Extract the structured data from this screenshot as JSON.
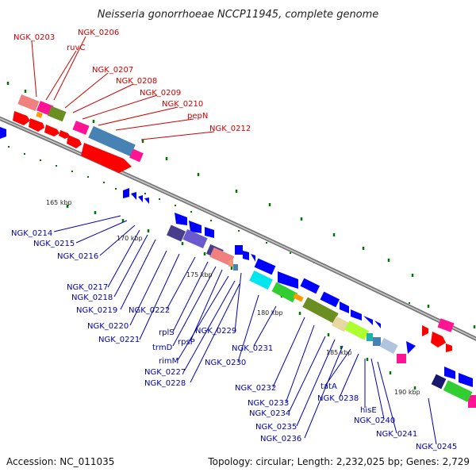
{
  "title": "Neisseria gonorrhoeae NCCP11945, complete genome",
  "footer": {
    "accession": "Accession: NC_011035",
    "topology": "Topology: circular; Length: 2,232,025 bp; Genes: 2,729"
  },
  "colors": {
    "top_label": "#cc0000",
    "bottom_label": "#0000aa",
    "backbone": "#888888",
    "forward_strand": "#ff0000",
    "reverse_strand": "#0000ff",
    "tick": "#007700"
  },
  "kbp_labels": [
    "165 kbp",
    "170 kbp",
    "175 kbp",
    "180 kbp",
    "185 kbp",
    "190 kbp"
  ],
  "top_labels": [
    "NGK_0203",
    "NGK_0206",
    "ruvC",
    "NGK_0207",
    "NGK_0208",
    "NGK_0209",
    "NGK_0210",
    "pepN",
    "NGK_0212"
  ],
  "bottom_labels": [
    "NGK_0214",
    "NGK_0215",
    "NGK_0216",
    "NGK_0217",
    "NGK_0218",
    "NGK_0219",
    "NGK_0220",
    "NGK_0221",
    "NGK_0222",
    "rplS",
    "trmD",
    "rpsP",
    "rimM",
    "NGK_0227",
    "NGK_0228",
    "NGK_0229",
    "NGK_0230",
    "NGK_0231",
    "NGK_0232",
    "NGK_0233",
    "NGK_0234",
    "NGK_0235",
    "NGK_0236",
    "tatA",
    "NGK_0238",
    "hisE",
    "NGK_0240",
    "NGK_0241",
    "NGK_0245"
  ]
}
